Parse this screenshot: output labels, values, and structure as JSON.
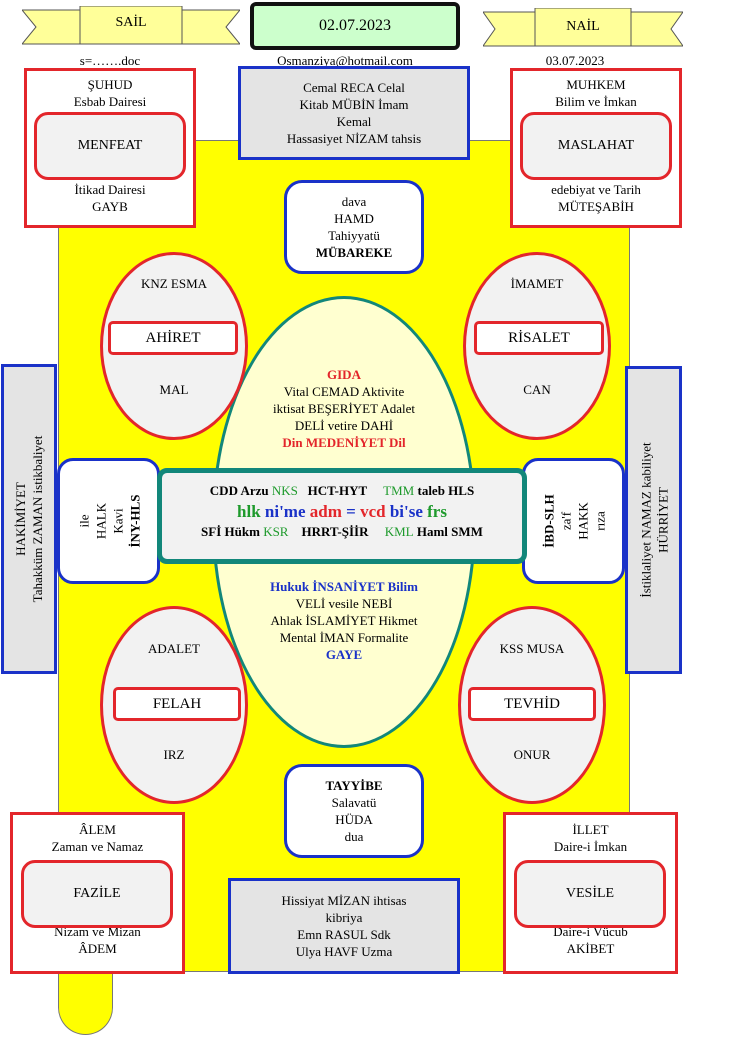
{
  "banners": {
    "left": "SAİL",
    "right": "NAİL",
    "date": "02.07.2023"
  },
  "header": {
    "doc": "s=…….doc",
    "email": "Osmanziya@hotmail.com",
    "date2": "03.07.2023"
  },
  "top_center": [
    "Cemal RECA Celal",
    "Kitab MÜBİN İmam",
    "Kemal",
    "Hassasiyet NİZAM tahsis"
  ],
  "corner_tl": {
    "top": [
      "ŞUHUD",
      "Esbab Dairesi"
    ],
    "pill": "MENFEAT",
    "bottom": [
      "İtikad Dairesi",
      "GAYB"
    ]
  },
  "corner_tr": {
    "top": [
      "MUHKEM",
      "Bilim ve İmkan"
    ],
    "pill": "MASLAHAT",
    "bottom": [
      "edebiyat ve Tarih",
      "MÜTEŞABİH"
    ]
  },
  "corner_bl": {
    "top": [
      "ÂLEM",
      "Zaman ve Namaz"
    ],
    "pill": "FAZİLE",
    "bottom": [
      "Nizam ve Mizan",
      "ÂDEM"
    ]
  },
  "corner_br": {
    "top": [
      "İLLET",
      "Daire-i İmkan"
    ],
    "pill": "VESİLE",
    "bottom": [
      "Daire-i Vücub",
      "AKİBET"
    ]
  },
  "dava_box": [
    "dava",
    "HAMD",
    "Tahiyyatü",
    "MÜBAREKE"
  ],
  "tayyibe_box": [
    "TAYYİBE",
    "Salavatü",
    "HÜDA",
    "dua"
  ],
  "bottom_center": [
    "Hissiyat MİZAN ihtisas",
    "kibriya",
    "Emn RASUL Sdk",
    "Ulya HAVF  Uzma"
  ],
  "ovals": {
    "tl": {
      "top": "KNZ ESMA",
      "pill": "AHİRET",
      "bottom": "MAL"
    },
    "tr": {
      "top": "İMAMET",
      "pill": "RİSALET",
      "bottom": "CAN"
    },
    "bl": {
      "top": "ADALET",
      "pill": "FELAH",
      "bottom": "IRZ"
    },
    "br": {
      "top": "KSS MUSA",
      "pill": "TEVHİD",
      "bottom": "ONUR"
    }
  },
  "big_oval_top": [
    "GIDA",
    "Vital CEMAD Aktivite",
    "iktisat BEŞERİYET Adalet",
    "DELİ vetire DAHİ",
    "Din MEDENİYET Dil"
  ],
  "big_oval_bottom": [
    "Hukuk İNSANİYET Bilim",
    "VELİ vesile NEBİ",
    "Ahlak İSLAMİYET Hikmet",
    "Mental İMAN Formalite",
    "GAYE"
  ],
  "center": {
    "row1": [
      "CDD Arzu",
      "NKS",
      "HCT-HYT",
      "TMM",
      "taleb HLS"
    ],
    "row2": [
      "hlk",
      "ni'me",
      "adm",
      "=",
      "vcd",
      "bi'se",
      "frs"
    ],
    "row3": [
      "SFİ Hükm",
      "KSR",
      "HRRT-ŞİİR",
      "KML",
      "Haml SMM"
    ]
  },
  "side_left": [
    "ile",
    "HALK",
    "Kavi",
    "İNY-HLS"
  ],
  "side_right": [
    "İBD-SLH",
    "za'f",
    "HAKK",
    "rıza"
  ],
  "far_left": [
    "HAKİMİYET",
    "Tahakküm ZAMAN istikbaliyet"
  ],
  "far_right": [
    "İstiklaliyet NAMAZ kabiliyet",
    "HÜRRİYET"
  ],
  "colors": {
    "yellow": "#ffff00",
    "red": "#e3262b",
    "blue": "#1a32c8",
    "green": "#1e9a2c",
    "teal": "#12877a",
    "gray": "#e4e4e4"
  }
}
